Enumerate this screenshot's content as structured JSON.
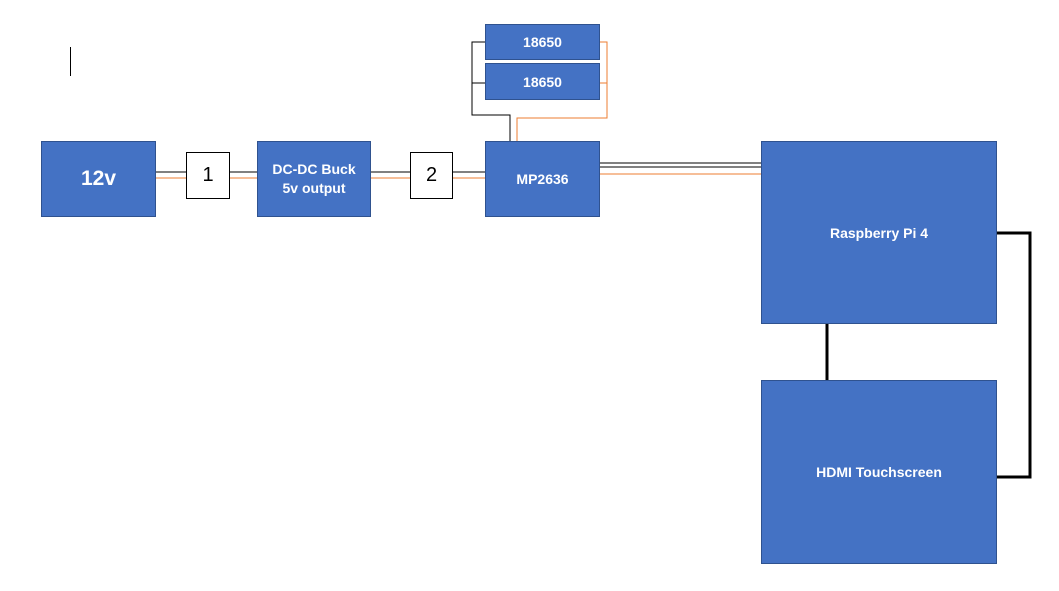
{
  "blocks": {
    "power_12v": "12v",
    "connector_1": "1",
    "buck_line1": "DC-DC Buck",
    "buck_line2": "5v output",
    "connector_2": "2",
    "charger": "MP2636",
    "battery_top": "18650",
    "battery_bottom": "18650",
    "raspberry_pi": "Raspberry Pi 4",
    "touchscreen": "HDMI Touchscreen"
  },
  "colors": {
    "block_fill": "#4472c4",
    "block_border": "#2f528f",
    "positive_wire": "#ed7d31",
    "ground_wire": "#000000"
  }
}
